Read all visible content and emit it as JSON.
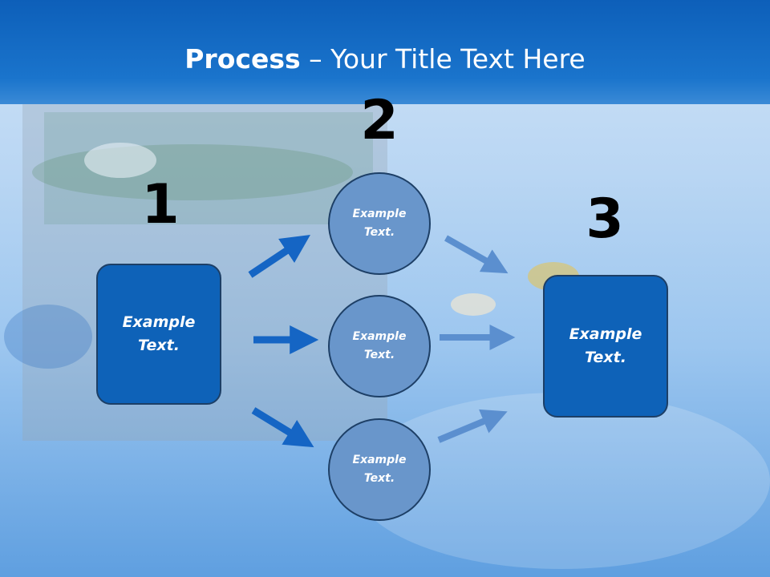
{
  "title": {
    "bold": "Process",
    "rest": " – Your Title Text Here"
  },
  "step_numbers": [
    "1",
    "2",
    "3"
  ],
  "boxes": [
    {
      "lines": [
        "Example",
        "Text."
      ]
    },
    {
      "lines": [
        "Example",
        "Text."
      ]
    }
  ],
  "circles": [
    {
      "lines": [
        "Example",
        "Text."
      ]
    },
    {
      "lines": [
        "Example",
        "Text."
      ]
    },
    {
      "lines": [
        "Example",
        "Text."
      ]
    }
  ],
  "colors": {
    "header": "#0d5fb9",
    "box_fill": "#0e62b8",
    "circle_fill": "#6996cb",
    "arrow_dark": "#1565c4",
    "arrow_light": "#5b8fcf"
  }
}
